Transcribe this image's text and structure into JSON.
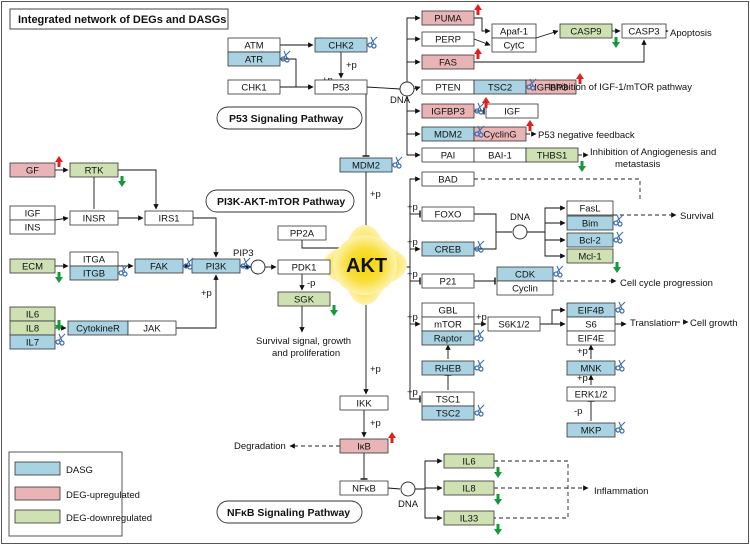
{
  "title": "Integrated network of DEGs and DASGs",
  "colors": {
    "dasg": "#a9d3e2",
    "up": "#e8b4b6",
    "down": "#cfe1b3",
    "neutral": "#ffffff",
    "akt_core": "#f3d40e",
    "akt_glow": "#fbee9a",
    "arrow_up": "#e02020",
    "arrow_down": "#149a3c",
    "scissors": "#3b6fb5"
  },
  "pathways": {
    "p53": "P53 Signaling Pathway",
    "pi3k": "PI3K-AKT-mTOR Pathway",
    "nfkb": "NFκB Signaling Pathway"
  },
  "nodes": {
    "atm": "ATM",
    "atr": "ATR",
    "chk2": "CHK2",
    "chk1": "CHK1",
    "p53": "P53",
    "puma": "PUMA",
    "perp": "PERP",
    "apaf1": "Apaf-1",
    "cytc": "CytC",
    "casp9": "CASP9",
    "casp3": "CASP3",
    "fas": "FAS",
    "pten": "PTEN",
    "tsc2_top": "TSC2",
    "igfbp3_right": "IGFBP3",
    "igfbp3": "IGFBP3",
    "igf_right": "IGF",
    "mdm2_top": "MDM2",
    "cycling": "CyclinG",
    "pai": "PAI",
    "bai1": "BAI-1",
    "thbs1": "THBS1",
    "mdm2": "MDM2",
    "gf": "GF",
    "rtk": "RTK",
    "igf": "IGF",
    "ins": "INS",
    "insr": "INSR",
    "irs1": "IRS1",
    "itga": "ITGA",
    "itgb": "ITGB",
    "ecm": "ECM",
    "fak": "FAK",
    "pi3k": "PI3K",
    "il6": "IL6",
    "il8": "IL8",
    "il7": "IL7",
    "cytokiner": "CytokineR",
    "jak": "JAK",
    "pp2a": "PP2A",
    "pdk1": "PDK1",
    "sgk": "SGK",
    "akt": "AKT",
    "bad": "BAD",
    "foxo": "FOXO",
    "fasl": "FasL",
    "bim": "Bim",
    "bcl2": "Bcl-2",
    "mcl1": "Mcl-1",
    "creb": "CREB",
    "p21": "P21",
    "cdk": "CDK",
    "cyclin": "Cyclin",
    "gbl": "GBL",
    "mtor": "mTOR",
    "raptor": "Raptor",
    "s6k": "S6K1/2",
    "eif4b": "EIF4B",
    "s6": "S6",
    "eif4e": "EIF4E",
    "rheb": "RHEB",
    "mnk": "MNK",
    "erk": "ERK1/2",
    "mkp": "MKP",
    "tsc1": "TSC1",
    "tsc2": "TSC2",
    "ikk": "IKK",
    "ikb": "IκB",
    "nfkb": "NFκB",
    "il6_r": "IL6",
    "il8_r": "IL8",
    "il33": "IL33"
  },
  "labels": {
    "apoptosis": "Apoptosis",
    "igf_mtor": "Inhibition of IGF-1/mTOR pathway",
    "p53_feedback": "P53 negative feedback",
    "angio_1": "Inhibition of Angiogenesis and",
    "angio_2": "metastasis",
    "survival": "Survival",
    "cell_cycle": "Cell cycle progression",
    "translation": "Translation",
    "cell_growth": "Cell growth",
    "inflammation": "Inflammation",
    "degradation": "Degradation",
    "survival_signal_1": "Survival signal, growth",
    "survival_signal_2": "and proliferation",
    "dna_top": "DNA",
    "dna_mid": "DNA",
    "dna_bottom": "DNA",
    "pip3": "PIP3",
    "plus_p": "+p",
    "minus_p": "-p"
  },
  "legend": {
    "dasg": "DASG",
    "up": "DEG-upregulated",
    "down": "DEG-downregulated"
  }
}
